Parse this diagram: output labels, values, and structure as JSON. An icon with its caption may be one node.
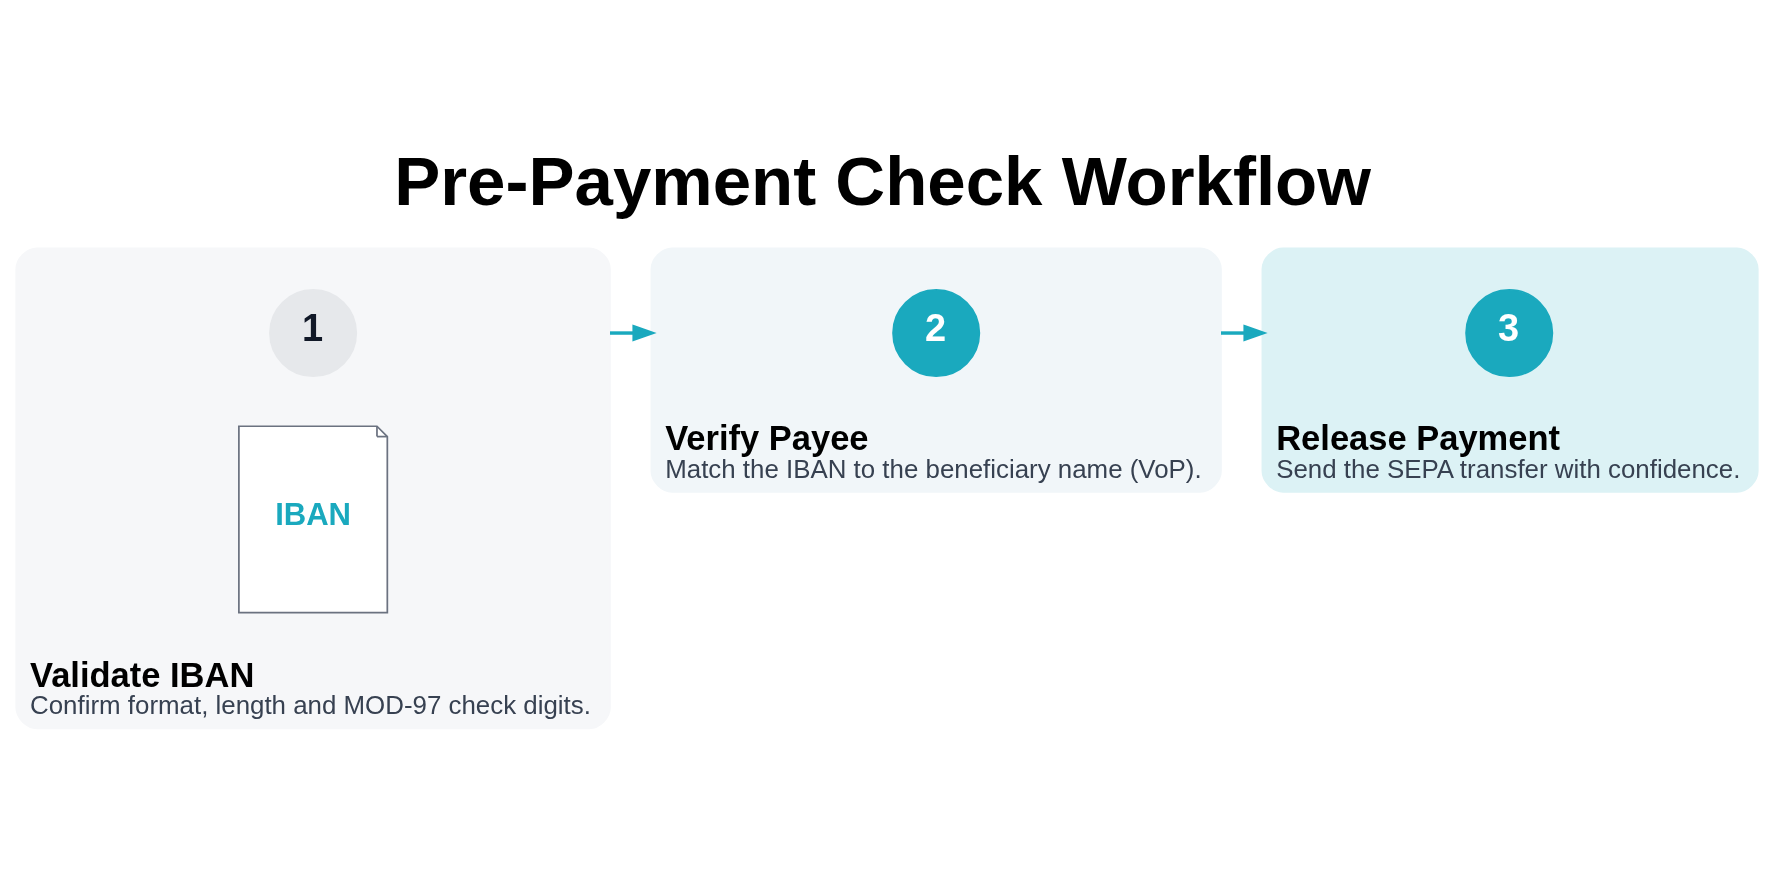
{
  "diagram": {
    "title": "Pre-Payment Check Workflow",
    "nodes": [
      {
        "text": [
          "Validate IBAN",
          "Confirm format, length and MOD-97 check digits."
        ]
      },
      {
        "text": [
          "1"
        ],
        "in": 0
      },
      {
        "text": [
          "IBAN"
        ],
        "in": 0
      },
      {
        "text": [
          "Verify Payee",
          "Match the IBAN to the beneficiary name (VoP)."
        ]
      },
      {
        "text": [
          "2"
        ],
        "in": 3
      },
      {
        "text": [
          "Release Payment",
          "Send the SEPA transfer with confidence."
        ]
      },
      {
        "text": [
          "3"
        ],
        "in": 5
      }
    ],
    "edges": [
      {
        "from": 0,
        "to": 3,
        "arrow": "to"
      },
      {
        "from": 3,
        "to": 5,
        "arrow": "to"
      }
    ]
  }
}
